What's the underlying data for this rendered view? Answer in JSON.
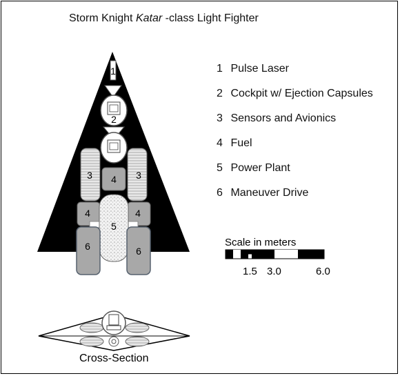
{
  "title": {
    "prefix": "Storm Knight ",
    "class_name": "Katar",
    "suffix": " -class Light Fighter"
  },
  "legend": [
    {
      "num": "1",
      "label": "Pulse Laser"
    },
    {
      "num": "2",
      "label": "Cockpit w/ Ejection Capsules"
    },
    {
      "num": "3",
      "label": "Sensors and Avionics"
    },
    {
      "num": "4",
      "label": "Fuel"
    },
    {
      "num": "5",
      "label": "Power Plant"
    },
    {
      "num": "6",
      "label": "Maneuver Drive"
    }
  ],
  "scale": {
    "label": "Scale in meters",
    "ticks": [
      "1.5",
      "3.0",
      "6.0"
    ]
  },
  "cross_section_label": "Cross-Section",
  "component_numbers": {
    "laser": "1",
    "cockpit": "2",
    "sensors": "3",
    "fuel": "4",
    "power": "5",
    "drive": "6"
  },
  "colors": {
    "hull": "#000000",
    "component_fill": "#a8a8a8",
    "component_stroke": "#5a6472",
    "light_fill": "#e6e6e6"
  }
}
